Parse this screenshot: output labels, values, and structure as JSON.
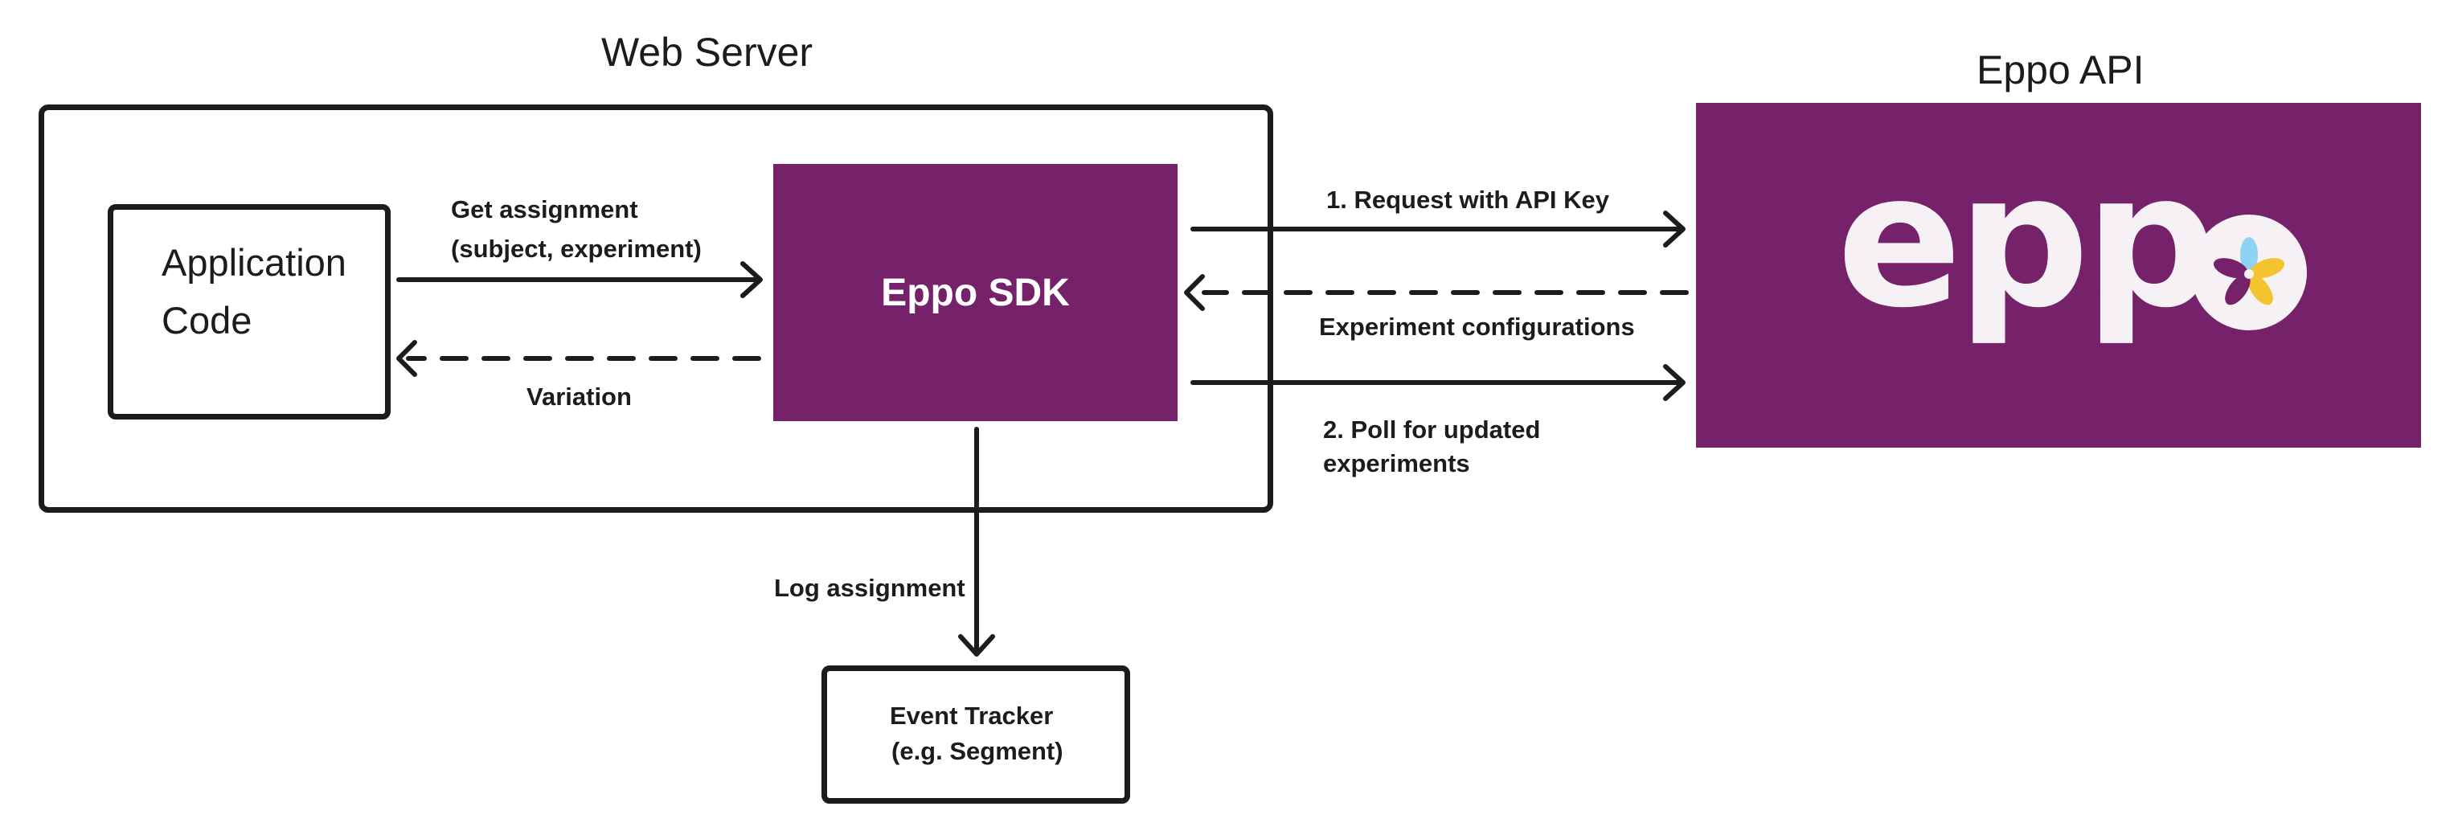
{
  "web_server": {
    "title": "Web Server"
  },
  "eppo_api": {
    "title": "Eppo API",
    "logo_text": "epp"
  },
  "application_code": {
    "line1": "Application",
    "line2": "Code"
  },
  "eppo_sdk": {
    "label": "Eppo SDK"
  },
  "event_tracker": {
    "line1": "Event Tracker",
    "line2": "(e.g. Segment)"
  },
  "edges": {
    "get_assignment_line1": "Get assignment",
    "get_assignment_line2": "(subject, experiment)",
    "variation": "Variation",
    "request": "1. Request with API Key",
    "experiment_configurations": "Experiment configurations",
    "poll_line1": "2. Poll for updated",
    "poll_line2": "experiments",
    "log_assignment": "Log assignment"
  },
  "colors": {
    "brand_purple": "#75226b",
    "stroke": "#1c1c1c",
    "petal_blue": "#8fd3f4",
    "petal_yellow": "#f4c430",
    "petal_magenta": "#75226b"
  }
}
